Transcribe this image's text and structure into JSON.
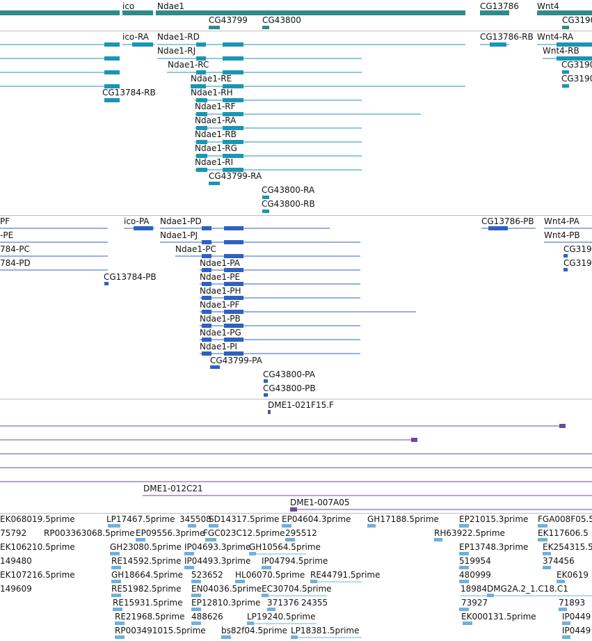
{
  "colors": {
    "gene": "#2f8a8a",
    "rna": "#1996b4",
    "protein": "#2e61c2",
    "clone": "#6a4a9c",
    "est": "#6fb0dc"
  },
  "genes": [
    {
      "label": "ico"
    },
    {
      "label": "Ndae1"
    },
    {
      "label": "CG13786"
    },
    {
      "label": "Wnt4"
    },
    {
      "label": "CG43799"
    },
    {
      "label": "CG43800"
    },
    {
      "label": "CG3190"
    }
  ],
  "transcripts": [
    {
      "label": "ico-RA"
    },
    {
      "label": "Ndae1-RD"
    },
    {
      "label": "CG13786-RB"
    },
    {
      "label": "Wnt4-RA"
    },
    {
      "label": "Ndae1-RJ"
    },
    {
      "label": "Wnt4-RB"
    },
    {
      "label": "Ndae1-RC"
    },
    {
      "label": "CG3190"
    },
    {
      "label": "Ndae1-RE"
    },
    {
      "label": "CG3190"
    },
    {
      "label": "CG13784-RB"
    },
    {
      "label": "Ndae1-RH"
    },
    {
      "label": "Ndae1-RF"
    },
    {
      "label": "Ndae1-RA"
    },
    {
      "label": "Ndae1-RB"
    },
    {
      "label": "Ndae1-RG"
    },
    {
      "label": "Ndae1-RI"
    },
    {
      "label": "CG43799-RA"
    },
    {
      "label": "CG43800-RA"
    },
    {
      "label": "CG43800-RB"
    }
  ],
  "proteins": [
    {
      "label": "PF"
    },
    {
      "label": "ico-PA"
    },
    {
      "label": "Ndae1-PD"
    },
    {
      "label": "CG13786-PB"
    },
    {
      "label": "Wnt4-PA"
    },
    {
      "label": "-PE"
    },
    {
      "label": "Ndae1-PJ"
    },
    {
      "label": "Wnt4-PB"
    },
    {
      "label": "784-PC"
    },
    {
      "label": "Ndae1-PC"
    },
    {
      "label": "CG319"
    },
    {
      "label": "784-PD"
    },
    {
      "label": "Ndae1-PA"
    },
    {
      "label": "CG319"
    },
    {
      "label": "CG13784-PB"
    },
    {
      "label": "Ndae1-PE"
    },
    {
      "label": "Ndae1-PH"
    },
    {
      "label": "Ndae1-PF"
    },
    {
      "label": "Ndae1-PB"
    },
    {
      "label": "Ndae1-PG"
    },
    {
      "label": "Ndae1-PI"
    },
    {
      "label": "CG43799-PA"
    },
    {
      "label": "CG43800-PA"
    },
    {
      "label": "CG43800-PB"
    }
  ],
  "clones": [
    {
      "label": "DME1-021F15.F"
    },
    {
      "label": "DME1-012C21"
    },
    {
      "label": "DME1-007A05"
    }
  ],
  "ests": [
    {
      "label": "EK068019.5prime"
    },
    {
      "label": "LP17467.5prime"
    },
    {
      "label": "345508"
    },
    {
      "label": "SD14317.5prime"
    },
    {
      "label": "EP04604.3prime"
    },
    {
      "label": "GH17188.5prime"
    },
    {
      "label": "EP21015.3prime"
    },
    {
      "label": "FGA008F05.5"
    },
    {
      "label": "75792"
    },
    {
      "label": "RP003363068.5prime"
    },
    {
      "label": "EP09556.3prime"
    },
    {
      "label": "FGC023C12.5prime"
    },
    {
      "label": "295512"
    },
    {
      "label": "RH63922.5prime"
    },
    {
      "label": "EK117606.5"
    },
    {
      "label": "EK106210.5prime"
    },
    {
      "label": "GH23080.5prime"
    },
    {
      "label": "IP04693.3prime"
    },
    {
      "label": "GH10564.5prime"
    },
    {
      "label": "EP13748.3prime"
    },
    {
      "label": "EK254315.5"
    },
    {
      "label": "149480"
    },
    {
      "label": "RE14592.5prime"
    },
    {
      "label": "IP04493.3prime"
    },
    {
      "label": "IP04794.5prime"
    },
    {
      "label": "519954"
    },
    {
      "label": "374456"
    },
    {
      "label": "EK107216.5prime"
    },
    {
      "label": "GH18664.5prime"
    },
    {
      "label": "523652"
    },
    {
      "label": "HL06070.5prime"
    },
    {
      "label": "RE44791.5prime"
    },
    {
      "label": "480999"
    },
    {
      "label": "EK0619"
    },
    {
      "label": "149609"
    },
    {
      "label": "RE51982.5prime"
    },
    {
      "label": "EN04036.5prime"
    },
    {
      "label": "EC30704.5prime"
    },
    {
      "label": "18984"
    },
    {
      "label": "DMG2A.2_1.C18.C1"
    },
    {
      "label": "RE15931.5prime"
    },
    {
      "label": "EP12810.3prime"
    },
    {
      "label": "371376"
    },
    {
      "label": "24355"
    },
    {
      "label": "73927"
    },
    {
      "label": "71893"
    },
    {
      "label": "RE21968.5prime"
    },
    {
      "label": "488626"
    },
    {
      "label": "LP19240.5prime"
    },
    {
      "label": "EK000131.5prime"
    },
    {
      "label": "IP0449"
    },
    {
      "label": "RP003491015.5prime"
    },
    {
      "label": "bs82f04.5prime"
    },
    {
      "label": "LP18381.5prime"
    },
    {
      "label": "IP0449"
    }
  ]
}
